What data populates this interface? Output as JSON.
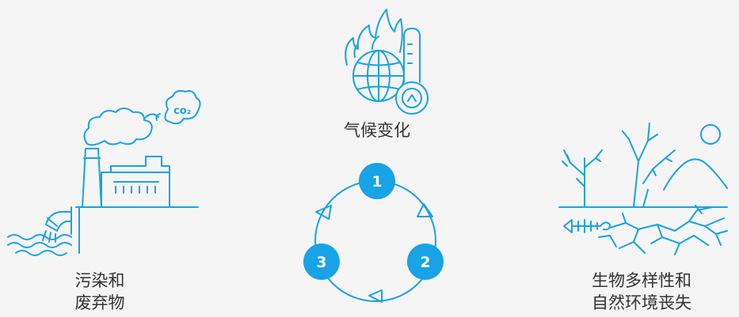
{
  "colors": {
    "accent": "#17a3e6",
    "text": "#333333",
    "background": "#f5f5f5"
  },
  "labels": {
    "climate": "气候变化",
    "pollution_line1": "污染和",
    "pollution_line2": "废弃物",
    "biodiversity_line1": "生物多样性和",
    "biodiversity_line2": "自然环境丧失"
  },
  "cycle": {
    "nodes": [
      {
        "number": "1"
      },
      {
        "number": "2"
      },
      {
        "number": "3"
      }
    ]
  },
  "icons": {
    "climate": "burning-globe-thermometer-icon",
    "pollution": "factory-pollution-icon",
    "biodiversity": "dead-trees-cracked-earth-icon",
    "co2_cloud": "co2-cloud-icon"
  },
  "co2_text": "co₂"
}
